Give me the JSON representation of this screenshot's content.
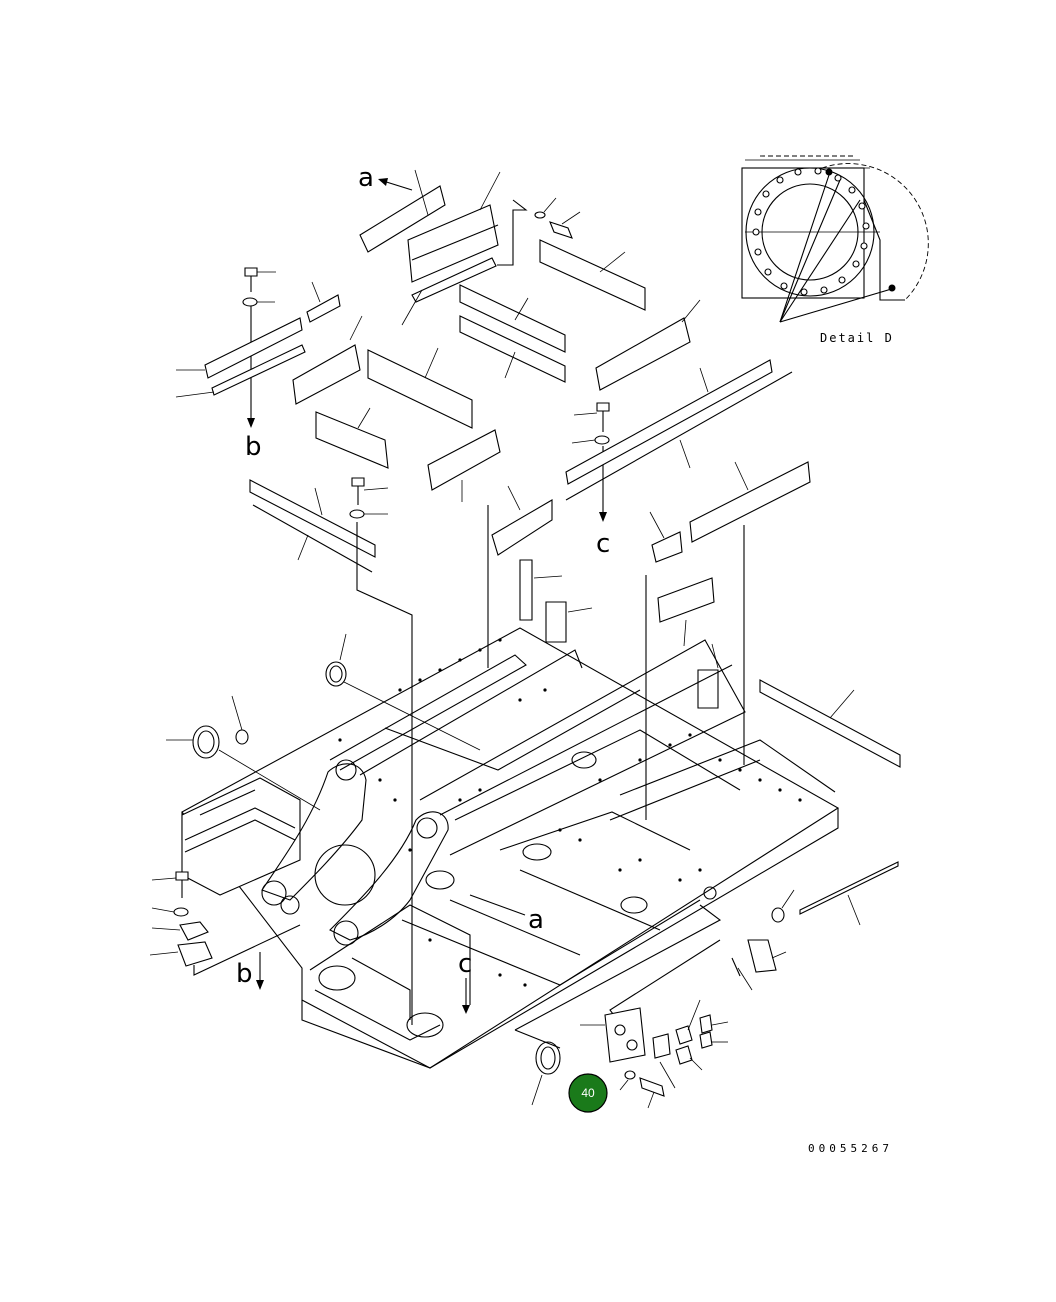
{
  "diagram": {
    "drawing_number": "00055267",
    "detail_title": "Detail D",
    "view_markers": {
      "a": "a",
      "b": "b",
      "c": "c"
    },
    "callout": {
      "label": "40",
      "color": "#1a7a1a"
    }
  }
}
